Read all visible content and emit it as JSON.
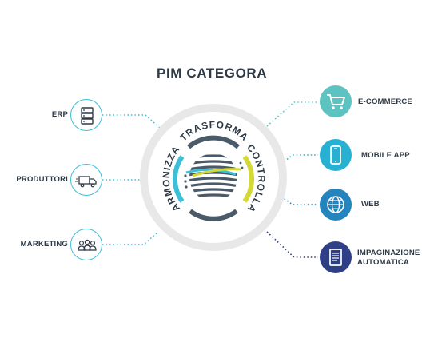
{
  "title": "PIM CATEGORA",
  "hub": {
    "word_top": "TRASFORMA",
    "word_right": "CONTROLLA",
    "word_left": "ARMONIZZA"
  },
  "left_nodes": [
    {
      "label": "ERP",
      "icon": "server-icon"
    },
    {
      "label": "PRODUTTORI",
      "icon": "delivery-truck-icon"
    },
    {
      "label": "MARKETING",
      "icon": "people-group-icon"
    }
  ],
  "right_nodes": [
    {
      "label": "E-COMMERCE",
      "icon": "shopping-cart-icon",
      "color": "#5cc3c0"
    },
    {
      "label": "MOBILE APP",
      "icon": "smartphone-icon",
      "color": "#28b0d2"
    },
    {
      "label": "WEB",
      "icon": "globe-icon",
      "color": "#2384be"
    },
    {
      "label_line1": "IMPAGINAZIONE",
      "label_line2": "AUTOMATICA",
      "icon": "document-icon",
      "color": "#2e3f86"
    }
  ],
  "colors": {
    "text": "#2e3a46",
    "cyan": "#3cc0d8",
    "yellow_green": "#d4d936",
    "slate": "#4a5a68",
    "ring": "#e8e8e8"
  }
}
